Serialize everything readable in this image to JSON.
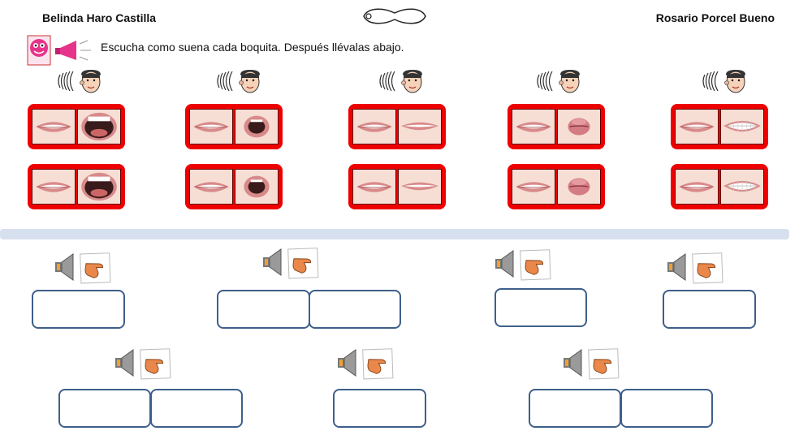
{
  "header": {
    "author_left": "Belinda Haro Castilla",
    "author_right": "Rosario Porcel Bueno",
    "instruction": "Escucha como suena cada boquita. Después llévalas abajo."
  },
  "colors": {
    "card_red": "#e00000",
    "dropzone_border": "#3e5f8a",
    "divider": "#d7e0ee"
  },
  "mouth_groups": [
    {
      "shape": "wide-open"
    },
    {
      "shape": "round-open"
    },
    {
      "shape": "smile-closed"
    },
    {
      "shape": "kiss"
    },
    {
      "shape": "teeth-grin"
    }
  ],
  "drop_rows": [
    {
      "boxes": [
        1,
        2,
        1,
        1
      ]
    },
    {
      "boxes": [
        2,
        1,
        2
      ]
    }
  ]
}
